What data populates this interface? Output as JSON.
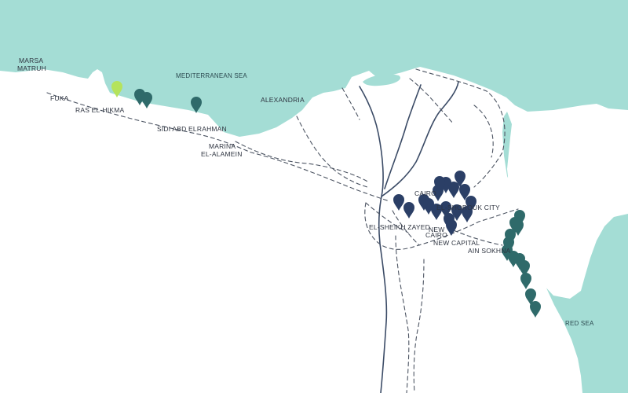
{
  "colors": {
    "water": "#a4ddd5",
    "land": "#ffffff",
    "pin_navy": "#2b3f66",
    "pin_teal": "#2f6a6a",
    "pin_lime": "#b5e35c",
    "route": "#4d5563",
    "river": "#3b4b66"
  },
  "labels": {
    "marsa_matruh_1": "MARSA",
    "marsa_matruh_2": "MATRUH",
    "fuka": "FUKA",
    "ras_el_hikma": "RAS EL-HIKMA",
    "mediterranean_sea": "MEDITERRANEAN SEA",
    "alexandria": "ALEXANDRIA",
    "sidi_abd_elrahman": "SIDI ABD ELRAHMAN",
    "marina_1": "MARINA",
    "marina_2": "EL-ALAMEIN",
    "cairo": "CAIRO",
    "el_shorouk_city": "EL-SHOROUK CITY",
    "el_sheikh_zayed": "EL-SHEIKH ZAYED",
    "new_cairo_1": "NEW",
    "new_cairo_2": "CAIRO",
    "new_capital": "NEW CAPITAL",
    "ain_sokhna": "AIN SOKHNA",
    "red_sea": "RED SEA"
  },
  "pins": {
    "highlighted": {
      "color_key": "pin_lime",
      "count": 1
    },
    "north_coast": {
      "color_key": "pin_teal",
      "count": 3
    },
    "greater_cairo": {
      "color_key": "pin_navy",
      "count": 17
    },
    "red_sea_coast": {
      "color_key": "pin_teal",
      "count": 12
    }
  }
}
